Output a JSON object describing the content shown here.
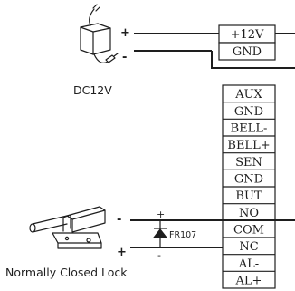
{
  "power_supply": {
    "label": "DC12V",
    "plus_sign": "+",
    "minus_sign": "-"
  },
  "power_terminals": [
    "+12V",
    "GND"
  ],
  "controller_terminals": [
    "AUX",
    "GND",
    "BELL-",
    "BELL+",
    "SEN",
    "GND",
    "BUT",
    "NO",
    "COM",
    "NC",
    "AL-",
    "AL+"
  ],
  "lock": {
    "label": "Normally Closed Lock",
    "minus_sign": "-",
    "plus_sign": "+"
  },
  "diode": {
    "label": "FR107",
    "plus_sign": "+",
    "minus_sign": "-"
  },
  "colors": {
    "line": "#1e1e1e",
    "background": "#ffffff"
  }
}
